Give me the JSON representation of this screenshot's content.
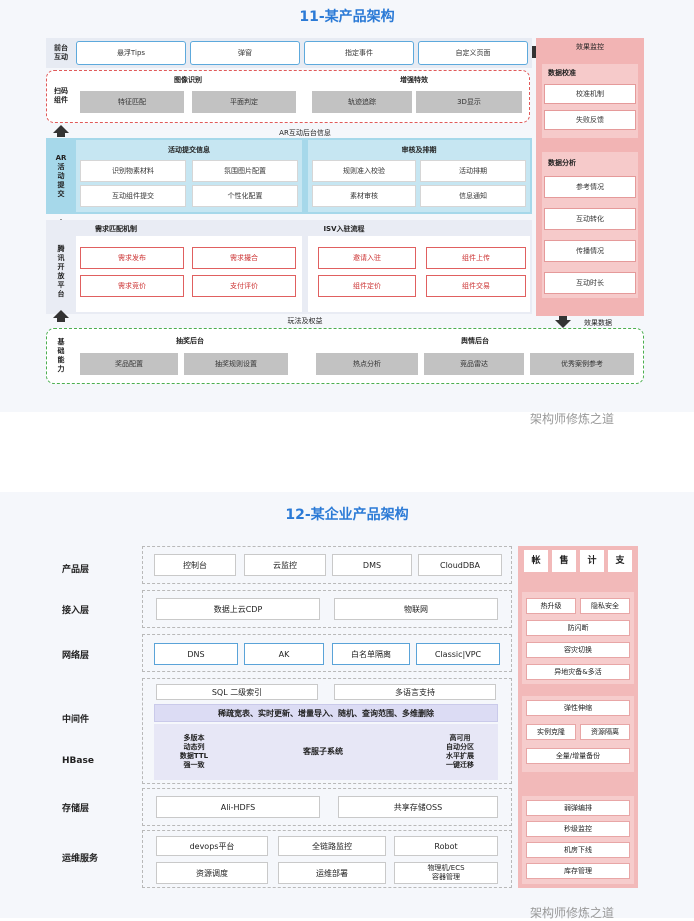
{
  "diagram1": {
    "title": "11-某产品架构",
    "frontend": {
      "label": "前台\n互动",
      "items": [
        "悬浮Tips",
        "弹窗",
        "指定事件",
        "自定义页面"
      ]
    },
    "scan": {
      "label": "扫码\n组件",
      "groups": [
        {
          "title": "图像识别",
          "items": [
            "特征匹配",
            "平面判定"
          ]
        },
        {
          "title": "增强特效",
          "items": [
            "轨迹追踪",
            "3D显示"
          ]
        }
      ]
    },
    "ar_info_label": "AR互动后台信息",
    "ar": {
      "label": "AR\n活\n动\n提\n交",
      "groups": [
        {
          "title": "活动提交信息",
          "items": [
            "识别物素材料",
            "氛围图片配置",
            "互动组件提交",
            "个性化配置"
          ]
        },
        {
          "title": "审核及排期",
          "items": [
            "规则准入校验",
            "活动排期",
            "素材审核",
            "信息通知"
          ]
        }
      ]
    },
    "open": {
      "label": "腾\n讯\n开\n放\n平\n台",
      "groups": [
        {
          "title": "需求匹配机制",
          "items": [
            "需求发布",
            "需求撮合",
            "需求竞价",
            "支付评价"
          ]
        },
        {
          "title": "ISV入驻流程",
          "items": [
            "邀请入驻",
            "组件上传",
            "组件定价",
            "组件交易"
          ]
        }
      ]
    },
    "play_label": "玩法及权益",
    "base": {
      "label": "基\n础\n能\n力",
      "groups": [
        {
          "title": "抽奖后台",
          "items": [
            "奖品配置",
            "抽奖规则设置"
          ]
        },
        {
          "title": "舆情后台",
          "items": [
            "热点分析",
            "竞品雷达",
            "优秀案例参考"
          ]
        }
      ]
    },
    "right": {
      "top": "效果监控",
      "verify_title": "数据校准",
      "verify_items": [
        "校准机制",
        "失败反馈"
      ],
      "analysis_title": "数据分析",
      "analysis_items": [
        "参考情况",
        "互动转化",
        "传播情况",
        "互动时长"
      ],
      "bottom": "效果数据"
    },
    "watermark": "架构师修炼之道"
  },
  "diagram2": {
    "title": "12-某企业产品架构",
    "layers": {
      "product": {
        "label": "产品层",
        "items": [
          "控制台",
          "云监控",
          "DMS",
          "CloudDBA"
        ]
      },
      "access": {
        "label": "接入层",
        "items": [
          "数据上云CDP",
          "物联网"
        ]
      },
      "network": {
        "label": "网络层",
        "items": [
          "DNS",
          "AK",
          "白名单隔离",
          "Classic|VPC"
        ]
      },
      "middleware": {
        "label": "中间件",
        "items": [
          "SQL 二级索引",
          "多语言支持"
        ],
        "wide": "稀疏宽表、实时更新、增量导入、随机、查询范围、多维删除"
      },
      "hbase": {
        "label": "HBase",
        "left": "多版本\n动态列\n数据TTL\n强一致",
        "center": "客服子系统",
        "right": "高可用\n自动分区\n水平扩展\n一键迁移"
      },
      "storage": {
        "label": "存储层",
        "items": [
          "Ali-HDFS",
          "共享存储OSS"
        ]
      },
      "ops": {
        "label": "运维服务",
        "items": [
          "devops平台",
          "全链路监控",
          "Robot",
          "资源调度",
          "运维部署",
          "物理机/ECS\n容器管理"
        ]
      }
    },
    "right": {
      "top": [
        "帐",
        "售",
        "计",
        "支"
      ],
      "g1": [
        "热升级",
        "隐私安全",
        "防闪断",
        "容灾切换",
        "异地灾备&多活"
      ],
      "g2": [
        "弹性伸缩",
        "实例克隆",
        "资源隔离",
        "全量/增量备份"
      ],
      "g3": [
        "弱弹编排",
        "秒级监控",
        "机房下线",
        "库存管理"
      ]
    },
    "watermark": "架构师修炼之道"
  }
}
